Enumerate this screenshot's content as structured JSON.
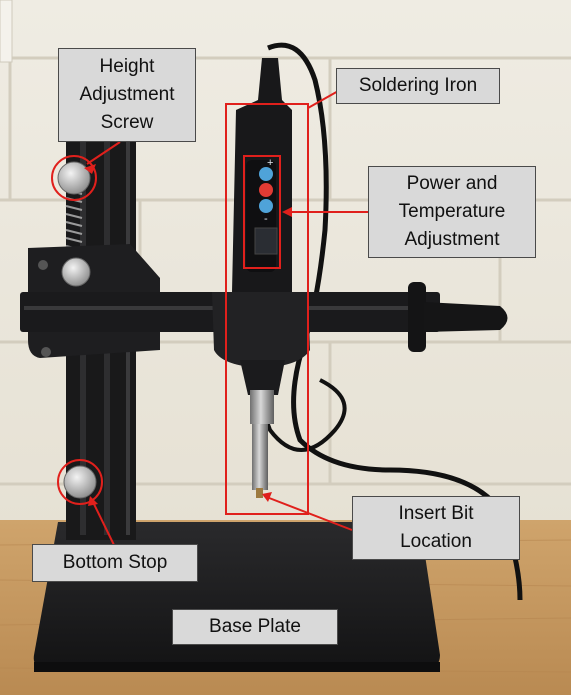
{
  "labels": {
    "height_adjustment_screw": "Height\nAdjustment\nScrew",
    "soldering_iron": "Soldering Iron",
    "power_temperature": "Power and\nTemperature\nAdjustment",
    "insert_bit_location": "Insert Bit\nLocation",
    "bottom_stop": "Bottom Stop",
    "base_plate": "Base Plate"
  },
  "iron_buttons": {
    "plus": "+",
    "minus": "-"
  },
  "colors": {
    "annotation": "#e0201c",
    "label_fill": "#d9d9d9",
    "wall": "#ebe7dc",
    "mortar": "#d2cdbf",
    "table": "#c69a63",
    "metal_black": "#1c1c1e",
    "button_blue": "#4fa3d9",
    "button_red": "#e13b34"
  }
}
